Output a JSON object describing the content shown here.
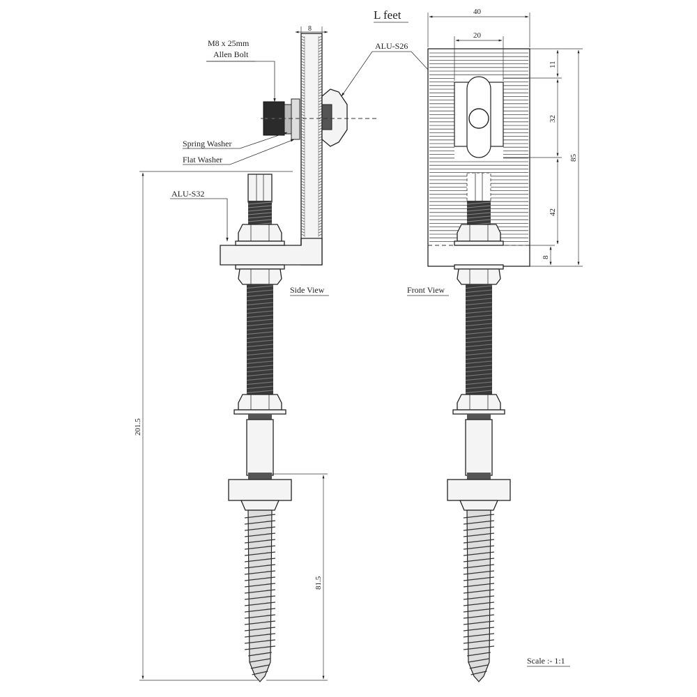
{
  "title": "L feet",
  "labels": {
    "bolt_line1": "M8 x 25mm",
    "bolt_line2": "Allen Bolt",
    "spring_washer": "Spring Washer",
    "flat_washer": "Flat Washer",
    "alu_s32": "ALU-S32",
    "alu_s26": "ALU-S26",
    "side_view": "Side View",
    "front_view": "Front View",
    "scale": "Scale :- 1:1"
  },
  "dimensions": {
    "side_thickness": "8",
    "top_width": "40",
    "slot_width": "20",
    "dim_11": "11",
    "dim_32": "32",
    "dim_42": "42",
    "dim_8": "8",
    "dim_85": "85",
    "overall_length": "201.5",
    "screw_length": "81.5"
  },
  "colors": {
    "line": "#222222",
    "background": "#ffffff",
    "thread": "#3a3a3a"
  }
}
